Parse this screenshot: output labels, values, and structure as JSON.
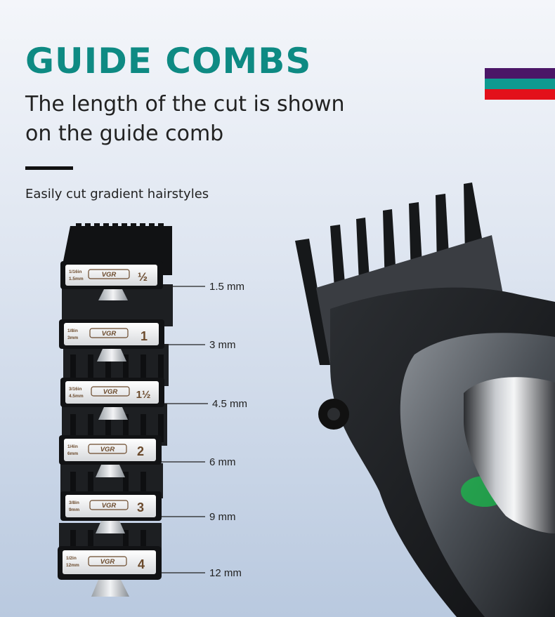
{
  "title": "GUIDE COMBS",
  "subtitle": "The length of the cut is shown on the guide comb",
  "tagline": "Easily cut gradient hairstyles",
  "brand": "VGR",
  "colors": {
    "accent": "#0e8a83",
    "flag": [
      "#4b1667",
      "#0f9a90",
      "#e3101a"
    ]
  },
  "combs": [
    {
      "inch": "1/16in",
      "mm_small": "1.5mm",
      "number": "½",
      "length": "1.5 mm"
    },
    {
      "inch": "1/8in",
      "mm_small": "3mm",
      "number": "1",
      "length": "3 mm"
    },
    {
      "inch": "3/16in",
      "mm_small": "4.5mm",
      "number": "1½",
      "length": "4.5 mm"
    },
    {
      "inch": "1/4in",
      "mm_small": "6mm",
      "number": "2",
      "length": "6 mm"
    },
    {
      "inch": "3/8in",
      "mm_small": "9mm",
      "number": "3",
      "length": "9 mm"
    },
    {
      "inch": "1/2in",
      "mm_small": "12mm",
      "number": "4",
      "length": "12 mm"
    }
  ]
}
